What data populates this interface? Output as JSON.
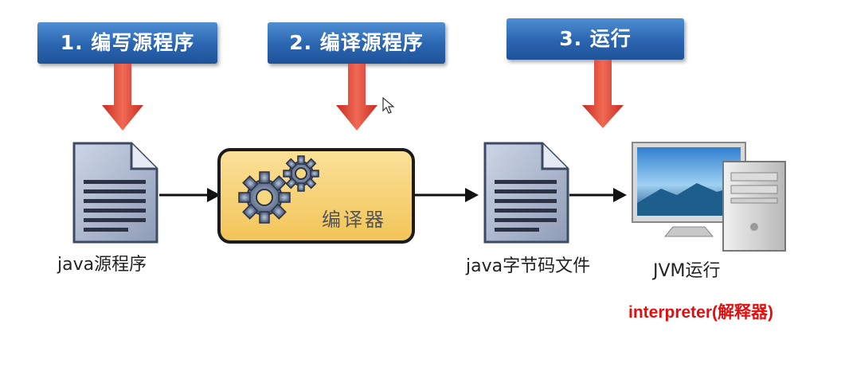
{
  "steps": [
    {
      "label": "1. 编写源程序"
    },
    {
      "label": "2. 编译源程序"
    },
    {
      "label": "3. 运行"
    }
  ],
  "nodes": {
    "source": {
      "label": "java源程序",
      "icon": "document-icon"
    },
    "compiler": {
      "label": "编译器",
      "icon": "gears-icon"
    },
    "bytecode": {
      "label": "java字节码文件",
      "icon": "document-icon"
    },
    "jvm": {
      "label": "JVM运行",
      "icon": "computer-icon"
    }
  },
  "note": {
    "text": "interpreter(解释器)",
    "color": "#e01010"
  },
  "colors": {
    "step_box": "#2a64b0",
    "step_arrow": "#d83a2e",
    "document": "#aab6cc",
    "compiler_box": "#f5cf6e",
    "note": "#e01010"
  }
}
